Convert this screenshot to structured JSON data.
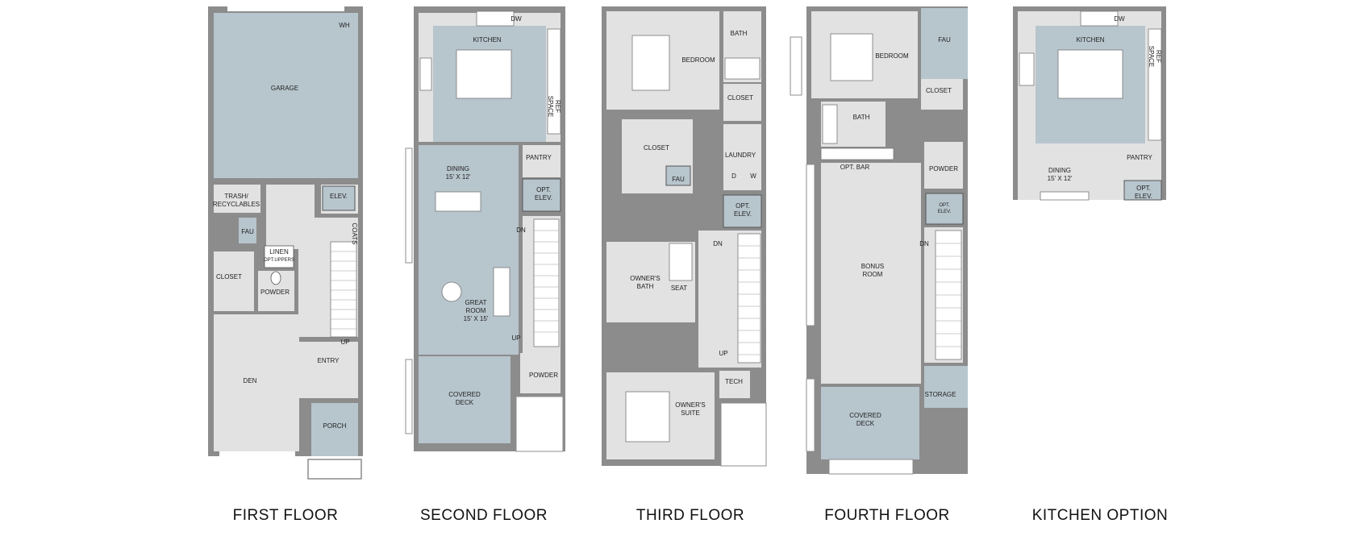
{
  "colors": {
    "wall": "#8c8c8c",
    "floor": "#e2e2e2",
    "highlight": "#b7c5cd",
    "fixture": "#ffffff",
    "text": "#222222"
  },
  "floors": [
    {
      "caption": "FIRST FLOOR",
      "rooms": {
        "wh": "WH",
        "garage": "GARAGE",
        "trash1": "TRASH/",
        "trash2": "RECYCLABLES",
        "elev": "ELEV.",
        "fau": "FAU",
        "linen1": "LINEN",
        "linen2": "OPT.UPPERS",
        "coats": "COATS",
        "closet": "CLOSET",
        "powder": "POWDER",
        "up": "UP",
        "den": "DEN",
        "entry": "ENTRY",
        "porch": "PORCH"
      }
    },
    {
      "caption": "SECOND FLOOR",
      "rooms": {
        "dw": "DW",
        "kitchen": "KITCHEN",
        "ref1": "REF",
        "ref2": "SPACE",
        "pantry": "PANTRY",
        "dining1": "DINING",
        "dining2": "15' X 12'",
        "optelev1": "OPT.",
        "optelev2": "ELEV.",
        "dn": "DN",
        "great1": "GREAT",
        "great2": "ROOM",
        "great3": "15' X 15'",
        "up": "UP",
        "powder": "POWDER",
        "deck1": "COVERED",
        "deck2": "DECK"
      }
    },
    {
      "caption": "THIRD FLOOR",
      "rooms": {
        "bedroom": "BEDROOM",
        "bath": "BATH",
        "closet1": "CLOSET",
        "closet2": "CLOSET",
        "laundry": "LAUNDRY",
        "d": "D",
        "w": "W",
        "fau": "FAU",
        "optelev1": "OPT.",
        "optelev2": "ELEV.",
        "dn": "DN",
        "obath1": "OWNER'S",
        "obath2": "BATH",
        "seat": "SEAT",
        "up": "UP",
        "tech": "TECH",
        "suite1": "OWNER'S",
        "suite2": "SUITE"
      }
    },
    {
      "caption": "FOURTH FLOOR",
      "rooms": {
        "bedroom": "BEDROOM",
        "fau": "FAU",
        "closet": "CLOSET",
        "bath": "BATH",
        "optbar": "OPT. BAR",
        "powder": "POWDER",
        "optelev1": "OPT.",
        "optelev2": "ELEV.",
        "dn": "DN",
        "bonus1": "BONUS",
        "bonus2": "ROOM",
        "storage": "STORAGE",
        "deck1": "COVERED",
        "deck2": "DECK"
      }
    },
    {
      "caption": "KITCHEN OPTION",
      "rooms": {
        "dw": "DW",
        "kitchen": "KITCHEN",
        "ref1": "REF",
        "ref2": "SPACE",
        "pantry": "PANTRY",
        "dining1": "DINING",
        "dining2": "15' X 12'",
        "optelev1": "OPT.",
        "optelev2": "ELEV."
      }
    }
  ]
}
